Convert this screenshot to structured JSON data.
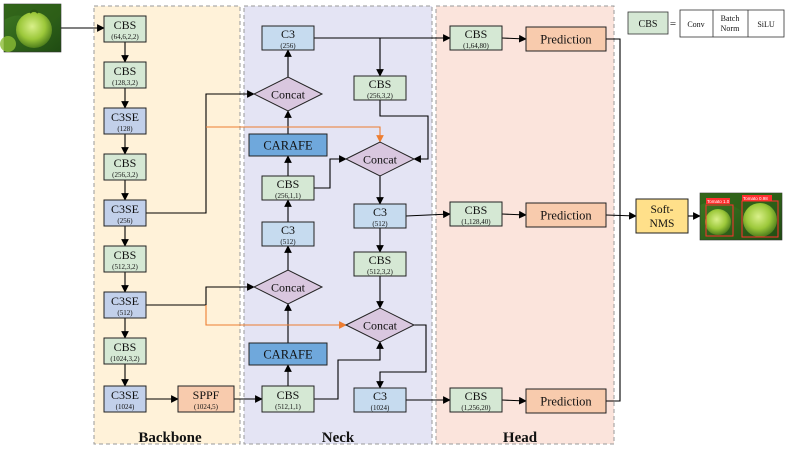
{
  "colors": {
    "cbs": "#d5e8d4",
    "c3": "#c6dbef",
    "c3se": "#c2d0ea",
    "carafe": "#6fa8dc",
    "concat": "#d9c7df",
    "sppf": "#f8cbad",
    "prediction": "#f8cbad",
    "softnms": "#ffe08a",
    "backbone_bg": "#fff2d9",
    "neck_bg": "#e4e4f4",
    "head_bg": "#fbe4dc",
    "arrow": "#000000",
    "skip_arrow": "#ed7d31"
  },
  "sections": {
    "backbone": "Backbone",
    "neck": "Neck",
    "head": "Head"
  },
  "legend": {
    "key": "CBS",
    "equals": "=",
    "conv": "Conv",
    "batchnorm_line1": "Batch",
    "batchnorm_line2": "Norm",
    "silu": "SiLU"
  },
  "images": {
    "input": "tomato-input-image",
    "output": "tomato-detection-output",
    "output_label_1": "Tomato 1.0",
    "output_label_2": "Tomato 0.98"
  },
  "backbone": [
    {
      "id": "b1",
      "type": "CBS",
      "title": "CBS",
      "sub": "(64,6,2,2)"
    },
    {
      "id": "b2",
      "type": "CBS",
      "title": "CBS",
      "sub": "(128,3,2)"
    },
    {
      "id": "b3",
      "type": "C3SE",
      "title": "C3SE",
      "sub": "(128)"
    },
    {
      "id": "b4",
      "type": "CBS",
      "title": "CBS",
      "sub": "(256,3,2)"
    },
    {
      "id": "b5",
      "type": "C3SE",
      "title": "C3SE",
      "sub": "(256)"
    },
    {
      "id": "b6",
      "type": "CBS",
      "title": "CBS",
      "sub": "(512,3,2)"
    },
    {
      "id": "b7",
      "type": "C3SE",
      "title": "C3SE",
      "sub": "(512)"
    },
    {
      "id": "b8",
      "type": "CBS",
      "title": "CBS",
      "sub": "(1024,3,2)"
    },
    {
      "id": "b9",
      "type": "C3SE",
      "title": "C3SE",
      "sub": "(1024)"
    },
    {
      "id": "sppf",
      "type": "SPPF",
      "title": "SPPF",
      "sub": "(1024,5)"
    }
  ],
  "neck_left": [
    {
      "id": "nl1",
      "type": "C3",
      "title": "C3",
      "sub": "(256)"
    },
    {
      "id": "nl2",
      "type": "Concat",
      "title": "Concat",
      "sub": ""
    },
    {
      "id": "nl3",
      "type": "CARAFE",
      "title": "CARAFE",
      "sub": ""
    },
    {
      "id": "nl4",
      "type": "CBS",
      "title": "CBS",
      "sub": "(256,1,1)"
    },
    {
      "id": "nl5",
      "type": "C3",
      "title": "C3",
      "sub": "(512)"
    },
    {
      "id": "nl6",
      "type": "Concat",
      "title": "Concat",
      "sub": ""
    },
    {
      "id": "nl7",
      "type": "CARAFE",
      "title": "CARAFE",
      "sub": ""
    },
    {
      "id": "nl8",
      "type": "CBS",
      "title": "CBS",
      "sub": "(512,1,1)"
    }
  ],
  "neck_right": [
    {
      "id": "nr1",
      "type": "CBS",
      "title": "CBS",
      "sub": "(256,3,2)"
    },
    {
      "id": "nr2",
      "type": "Concat",
      "title": "Concat",
      "sub": ""
    },
    {
      "id": "nr3",
      "type": "C3",
      "title": "C3",
      "sub": "(512)"
    },
    {
      "id": "nr4",
      "type": "CBS",
      "title": "CBS",
      "sub": "(512,3,2)"
    },
    {
      "id": "nr5",
      "type": "Concat",
      "title": "Concat",
      "sub": ""
    },
    {
      "id": "nr6",
      "type": "C3",
      "title": "C3",
      "sub": "(1024)"
    }
  ],
  "head": [
    {
      "id": "h1",
      "type": "CBS",
      "title": "CBS",
      "sub": "(1,64,80)"
    },
    {
      "id": "p1",
      "type": "Prediction",
      "title": "Prediction",
      "sub": ""
    },
    {
      "id": "h2",
      "type": "CBS",
      "title": "CBS",
      "sub": "(1,128,40)"
    },
    {
      "id": "p2",
      "type": "Prediction",
      "title": "Prediction",
      "sub": ""
    },
    {
      "id": "h3",
      "type": "CBS",
      "title": "CBS",
      "sub": "(1,256,20)"
    },
    {
      "id": "p3",
      "type": "Prediction",
      "title": "Prediction",
      "sub": ""
    }
  ],
  "softnms": {
    "line1": "Soft-",
    "line2": "NMS"
  }
}
